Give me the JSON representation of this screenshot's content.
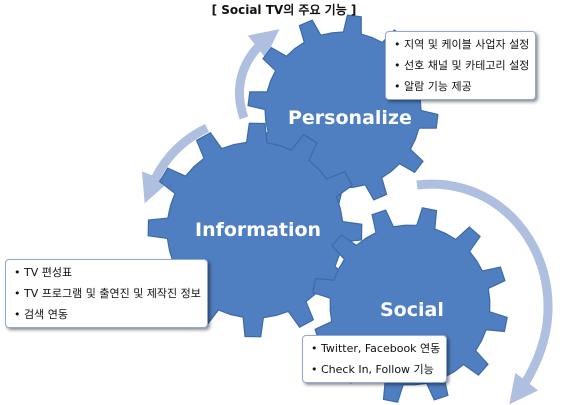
{
  "title": "[ Social  TV의 주요 기능 ]",
  "gears": {
    "personalize": {
      "label": "Personalize"
    },
    "information": {
      "label": "Information"
    },
    "social": {
      "label": "Social"
    }
  },
  "boxes": {
    "personalize": {
      "items": [
        "지역 및 케이블 사업자 설정",
        "선호 채널 및 카테고리 설정",
        "알람 기능 제공"
      ]
    },
    "information": {
      "items": [
        "TV 편성표",
        "TV 프로그램 및 출연진 및 제작진 정보",
        "검색 연동"
      ]
    },
    "social": {
      "items": [
        "Twitter, Facebook 연동",
        "Check In, Follow 기능"
      ]
    }
  },
  "colors": {
    "gear_fill": "#4f7fc0",
    "gear_edge": "#3b6aa8",
    "arrow": "#aebfdf"
  }
}
